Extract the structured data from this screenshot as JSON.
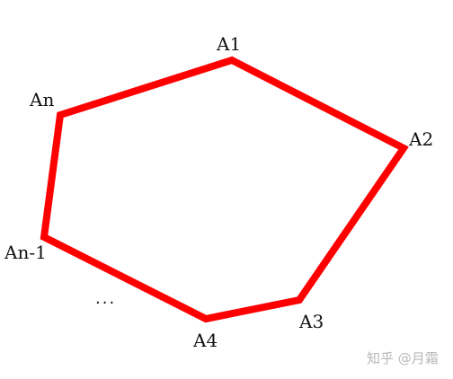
{
  "diagram": {
    "stroke_color": "#ff0000",
    "vertices": [
      {
        "id": "A1",
        "label": "A1"
      },
      {
        "id": "A2",
        "label": "A2"
      },
      {
        "id": "A3",
        "label": "A3"
      },
      {
        "id": "A4",
        "label": "A4"
      },
      {
        "id": "An-1",
        "label": "An-1"
      },
      {
        "id": "An",
        "label": "An"
      }
    ],
    "ellipsis": "..."
  },
  "watermark": {
    "text": "知乎 @月霜"
  }
}
